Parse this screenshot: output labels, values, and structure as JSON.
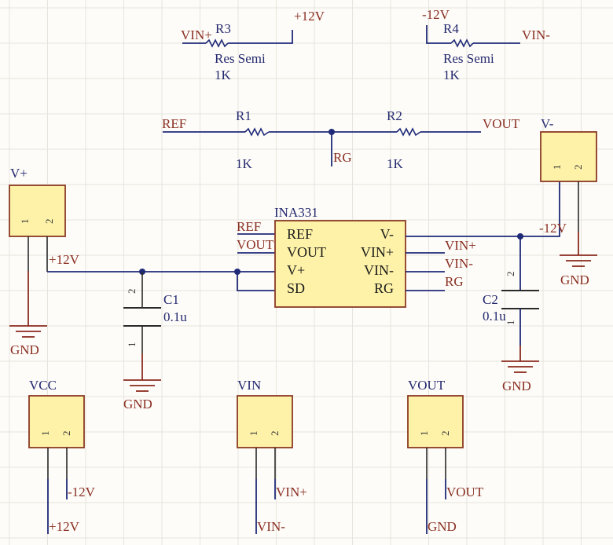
{
  "schematic": {
    "resistors": [
      {
        "designator": "R3",
        "comment": "Res Semi",
        "value": "1K",
        "net_left": "VIN+",
        "net_right": "+12V"
      },
      {
        "designator": "R4",
        "comment": "Res Semi",
        "value": "1K",
        "net_left": "-12V",
        "net_right": "VIN-"
      },
      {
        "designator": "R1",
        "value": "1K",
        "net_left": "REF",
        "net_right": "RG"
      },
      {
        "designator": "R2",
        "value": "1K",
        "net_right": "VOUT"
      }
    ],
    "ic": {
      "designator": "INA331",
      "left_pins": [
        "REF",
        "VOUT",
        "V+",
        "SD"
      ],
      "right_pins": [
        "V-",
        "VIN+",
        "VIN-",
        "RG"
      ],
      "left_nets": [
        "REF",
        "VOUT"
      ],
      "right_nets": [
        "VIN+",
        "VIN-",
        "RG"
      ]
    },
    "capacitors": [
      {
        "designator": "C1",
        "value": "0.1u",
        "pin_top": "2",
        "pin_bottom": "1",
        "net_bottom": "GND"
      },
      {
        "designator": "C2",
        "value": "0.1u",
        "pin_top": "2",
        "pin_bottom": "1",
        "net_bottom": "GND"
      }
    ],
    "connectors": [
      {
        "designator": "V+",
        "pins": [
          "1",
          "2"
        ],
        "nets": [
          "GND",
          "+12V"
        ]
      },
      {
        "designator": "V-",
        "pins": [
          "1",
          "2"
        ],
        "nets": [
          "-12V",
          "GND"
        ]
      },
      {
        "designator": "VCC",
        "pins": [
          "1",
          "2"
        ],
        "nets": [
          "+12V",
          "-12V"
        ]
      },
      {
        "designator": "VIN",
        "pins": [
          "1",
          "2"
        ],
        "nets": [
          "VIN-",
          "VIN+"
        ]
      },
      {
        "designator": "VOUT",
        "pins": [
          "1",
          "2"
        ],
        "nets": [
          "GND",
          "VOUT"
        ]
      }
    ],
    "colors": {
      "wire": "#1f2a78",
      "net_label": "#8a2e22",
      "designator": "#23286e",
      "component_fill": "#fdf2a8",
      "component_border": "#8a3a24",
      "background": "#fdfcf8"
    }
  }
}
